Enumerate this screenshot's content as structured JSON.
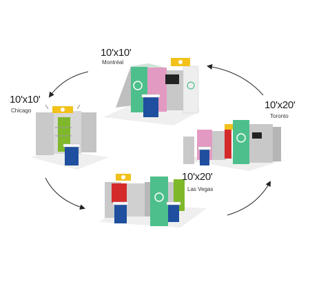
{
  "booths": {
    "montreal": {
      "size": "10'x10'",
      "city": "Montréal"
    },
    "chicago": {
      "size": "10'x10'",
      "city": "Chicago"
    },
    "toronto": {
      "size": "10'x20'",
      "city": "Toronto"
    },
    "lasvegas": {
      "size": "10'x20'",
      "city": "Las Vegas"
    }
  },
  "colors": {
    "green": "#4dbf8c",
    "pink": "#e39ac2",
    "red": "#d42a2a",
    "yellow": "#f2c21b",
    "blue": "#1f4f9e",
    "lime": "#7fb82a",
    "gray_panel": "#c9c9c9",
    "floor": "#ececec"
  }
}
